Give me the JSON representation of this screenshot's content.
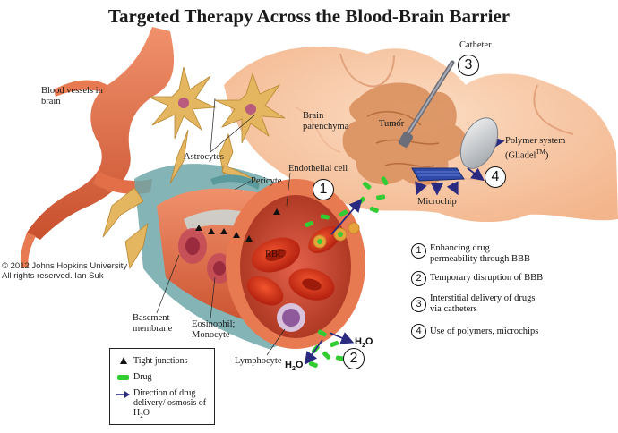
{
  "title": "Targeted Therapy Across the Blood-Brain Barrier",
  "labels": {
    "blood_vessels": "Blood vessels in brain",
    "brain_parenchyma": "Brain parenchyma",
    "astrocytes": "Astrocytes",
    "pericyte": "Pericyte",
    "endothelial_cell": "Endothelial cell",
    "tumor": "Tumor",
    "catheter": "Catheter",
    "polymer_system": "Polymer system",
    "gliadel": "Gliadel",
    "tm": "TM",
    "microchip": "Microchip",
    "rbc": "RBC",
    "basement_membrane": "Basement membrane",
    "eosinophil": "Eosinophil; Monocyte",
    "lymphocyte": "Lymphocyte",
    "h2o_h": "H",
    "h2o_2": "2",
    "h2o_o": "O"
  },
  "copyright": {
    "line1": "© 2012 Johns Hopkins University",
    "line2": "All rights reserved. Ian Suk"
  },
  "markers": {
    "m1": "1",
    "m2": "2",
    "m3": "3",
    "m4": "4"
  },
  "legend": {
    "tight_junctions": "Tight junctions",
    "drug": "Drug",
    "direction": "Direction of drug delivery/ osmosis of H",
    "direction_sub": "2",
    "direction_end": "O"
  },
  "list": [
    {
      "num": "1",
      "text": "Enhancing drug permeability through BBB"
    },
    {
      "num": "2",
      "text": "Temporary disruption of BBB"
    },
    {
      "num": "3",
      "text": "Interstitial delivery of drugs via catheters"
    },
    {
      "num": "4",
      "text": "Use of polymers, microchips"
    }
  ],
  "colors": {
    "vessel": "#e8704a",
    "vessel_dark": "#c24a2a",
    "brain": "#f6c9a8",
    "tumor": "#d9905e",
    "astrocyte": "#e3b65f",
    "rbc": "#d8321c",
    "drug": "#33cc33",
    "arrow": "#2a2a80",
    "pericyte": "#6fa7a8"
  }
}
